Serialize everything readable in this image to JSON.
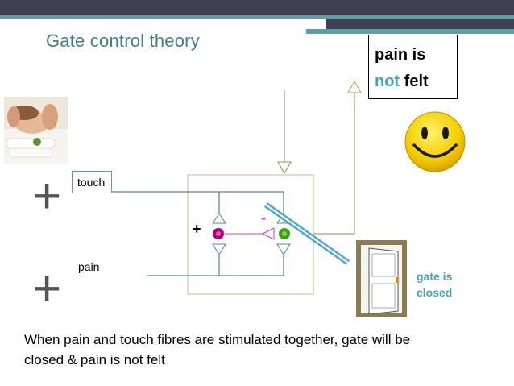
{
  "title": "Gate control theory",
  "result": {
    "line1": "pain is",
    "line2a": "not",
    "line2b": "felt"
  },
  "inputs": {
    "touch": "touch",
    "pain": "pain"
  },
  "plus_symbol": "+",
  "minus_symbol": "-",
  "gate_state": {
    "line1": "gate is",
    "line2": "closed"
  },
  "caption": {
    "line1": "When pain and touch fibres are stimulated together, gate will be",
    "line2": "closed & pain is not felt"
  },
  "colors": {
    "title": "#3f7f8c",
    "accent_teal": "#5f9ea6",
    "excitatory_neuron": "#b0007d",
    "inhibitory_neuron": "#3aa012",
    "inhibitory_link": "#d838c8",
    "signal_line": "#2e6b74",
    "box_outline": "#c9b98a",
    "gate_bar": "#4ea9c6"
  },
  "icons": [
    "spa-massage-photo",
    "smiley-face-icon",
    "door-icon"
  ]
}
